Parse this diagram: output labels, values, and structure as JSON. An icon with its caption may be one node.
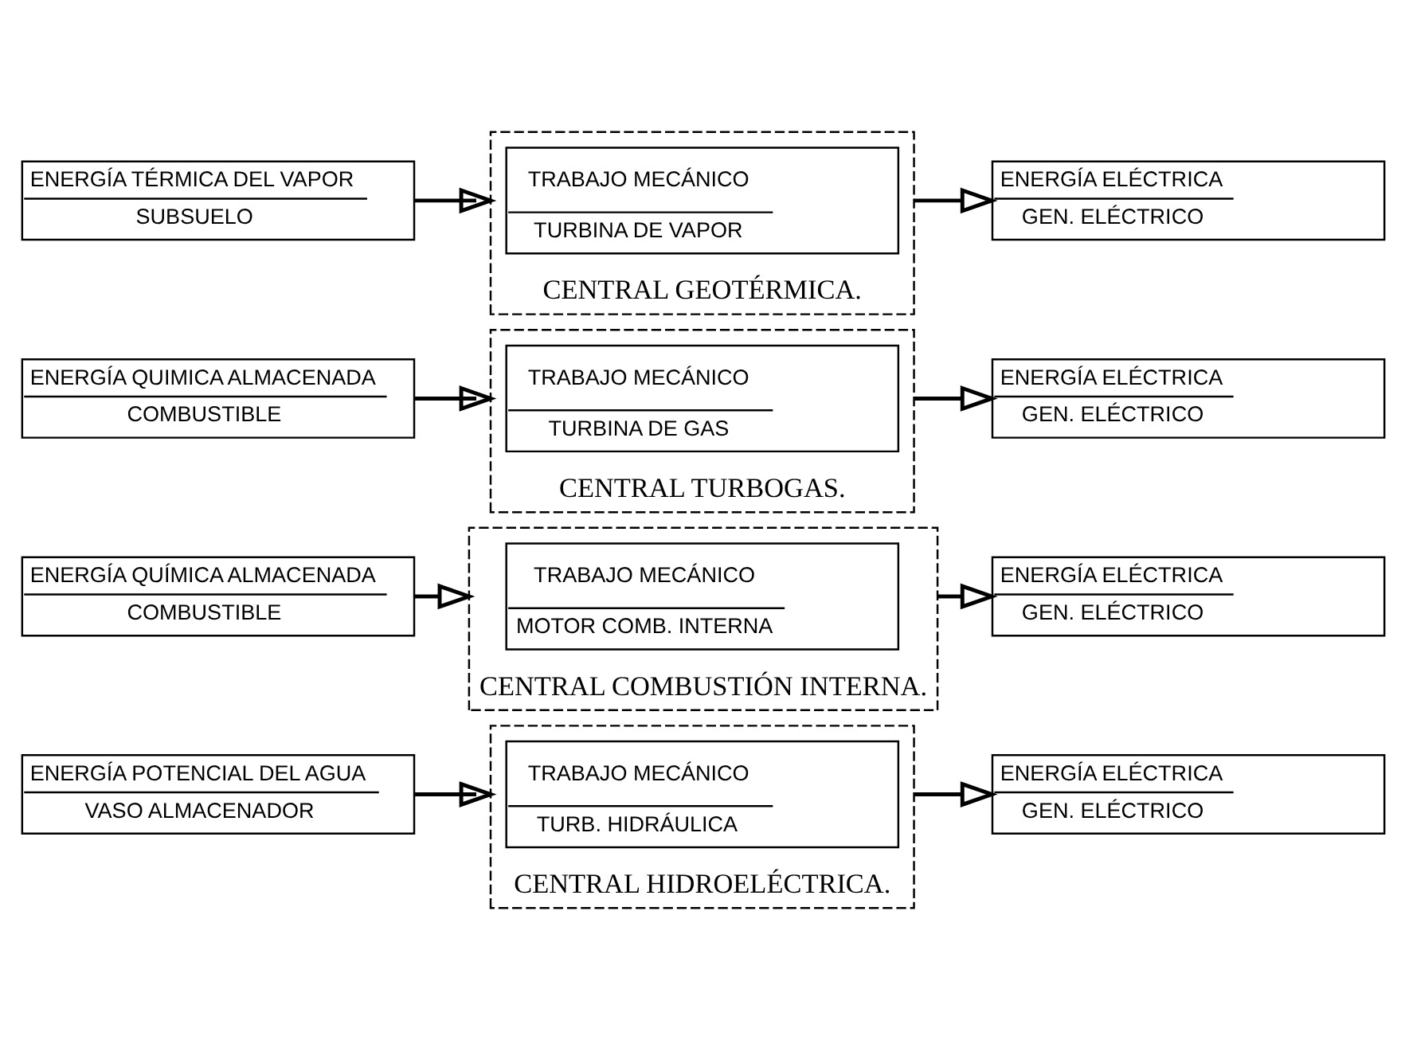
{
  "diagram": {
    "nodes": [
      {
        "text": [
          "ENERGÍA POTENCIAL DEL AGUA",
          "VASO ALMACENADOR"
        ]
      },
      {
        "text": [
          "CENTRAL HIDROELÉCTRICA."
        ]
      },
      {
        "text": [
          "TRABAJO MECÁNICO",
          "TURB. HIDRÁULICA"
        ],
        "in": 1
      },
      {
        "text": [
          "ENERGÍA ELÉCTRICA",
          "GEN. ELÉCTRICO"
        ]
      },
      {
        "text": [
          "ENERGÍA QUÍMICA ALMACENADA",
          "COMBUSTIBLE"
        ]
      },
      {
        "text": [
          "CENTRAL COMBUSTIÓN INTERNA."
        ]
      },
      {
        "text": [
          "TRABAJO MECÁNICO",
          "MOTOR COMB. INTERNA"
        ],
        "in": 5
      },
      {
        "text": [
          "ENERGÍA ELÉCTRICA",
          "GEN. ELÉCTRICO"
        ]
      },
      {
        "text": [
          "ENERGÍA QUIMICA ALMACENADA",
          "COMBUSTIBLE"
        ]
      },
      {
        "text": [
          "CENTRAL TURBOGAS."
        ]
      },
      {
        "text": [
          "TRABAJO MECÁNICO",
          "TURBINA DE GAS"
        ],
        "in": 9
      },
      {
        "text": [
          "ENERGÍA ELÉCTRICA",
          "GEN. ELÉCTRICO"
        ]
      },
      {
        "text": [
          "ENERGÍA TÉRMICA DEL VAPOR",
          "SUBSUELO"
        ]
      },
      {
        "text": [
          "CENTRAL GEOTÉRMICA."
        ]
      },
      {
        "text": [
          "TRABAJO MECÁNICO",
          "TURBINA DE VAPOR"
        ],
        "in": 13
      },
      {
        "text": [
          "ENERGÍA ELÉCTRICA",
          "GEN. ELÉCTRICO"
        ]
      }
    ],
    "edges": [
      {
        "from": 0,
        "to": 1,
        "arrow": "to"
      },
      {
        "from": 1,
        "to": 3,
        "arrow": "to"
      },
      {
        "from": 4,
        "to": 5,
        "arrow": "to"
      },
      {
        "from": 5,
        "to": 7,
        "arrow": "to"
      },
      {
        "from": 8,
        "to": 9,
        "arrow": "to"
      },
      {
        "from": 9,
        "to": 11,
        "arrow": "to"
      },
      {
        "from": 12,
        "to": 13,
        "arrow": "to"
      },
      {
        "from": 13,
        "to": 15,
        "arrow": "to"
      }
    ]
  }
}
